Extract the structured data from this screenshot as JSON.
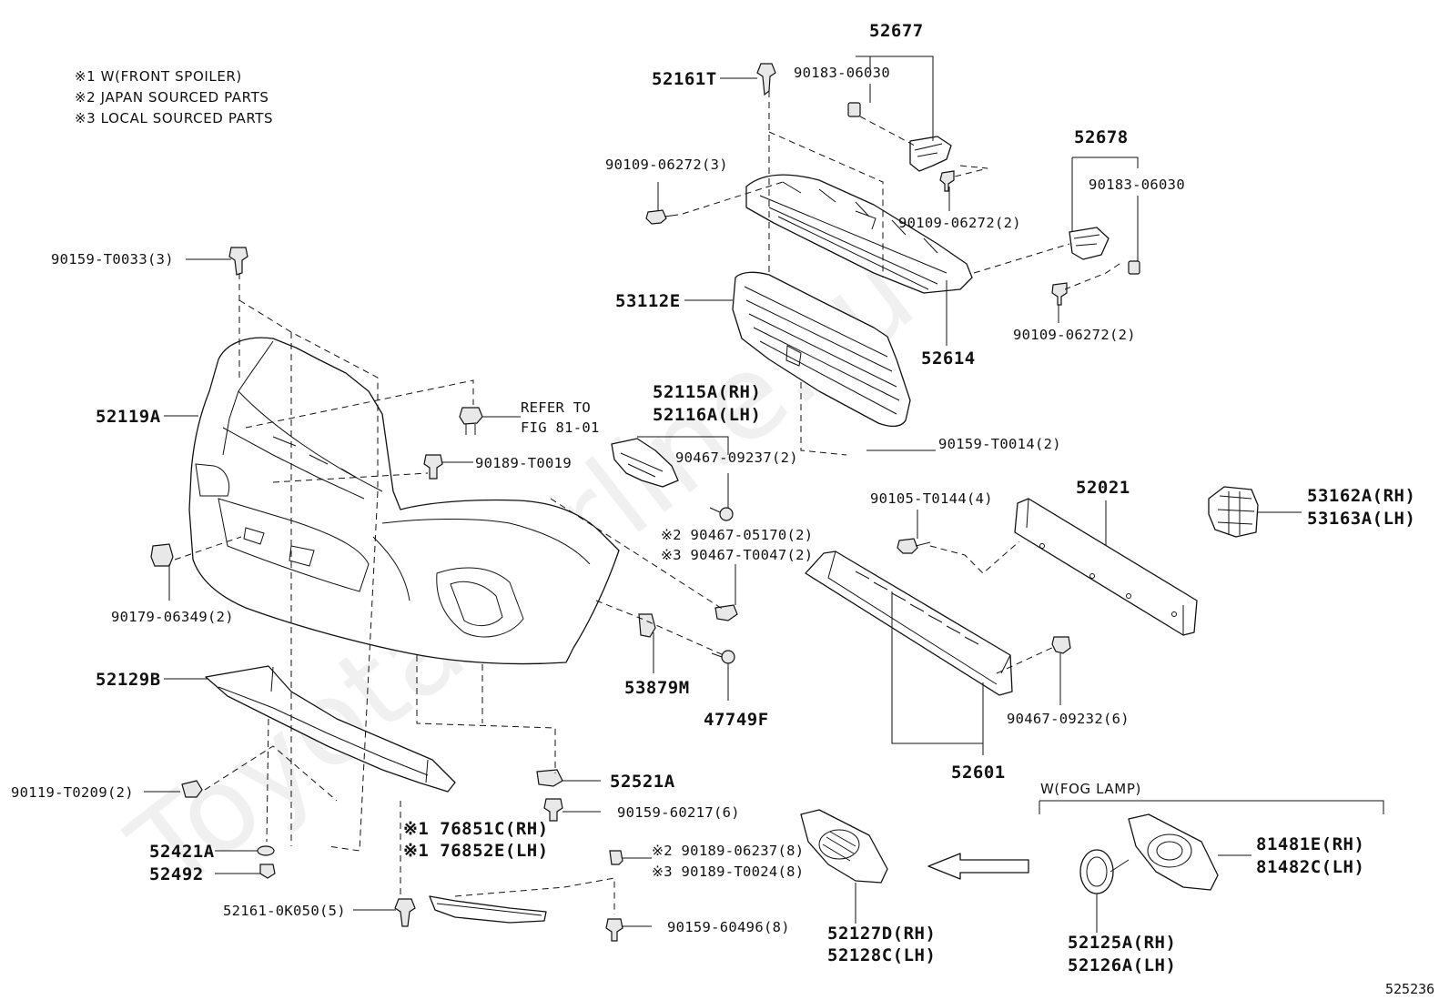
{
  "notes": [
    "※1 W(FRONT SPOILER)",
    "※2 JAPAN SOURCED PARTS",
    "※3 LOCAL SOURCED PARTS"
  ],
  "watermark": "ToyotaCarline.ru",
  "figure_id": "525236",
  "group_label": "W(FOG LAMP)",
  "labels": {
    "p52677": "52677",
    "p90183a": "90183-06030",
    "p52161T": "52161T",
    "p90109a": "90109-06272(3)",
    "p90109b": "90109-06272(2)",
    "p52678": "52678",
    "p90183b": "90183-06030",
    "p90159T0033": "90159-T0033(3)",
    "p53112E": "53112E",
    "p90109c": "90109-06272(2)",
    "p52614": "52614",
    "p52119A": "52119A",
    "refer1": "REFER TO",
    "refer2": "FIG 81-01",
    "p90189T0019": "90189-T0019",
    "p52115A": "52115A(RH)",
    "p52116A": "52116A(LH)",
    "p90467_09237": "90467-09237(2)",
    "p90159T0014": "90159-T0014(2)",
    "p90105T0144": "90105-T0144(4)",
    "p52021": "52021",
    "p53162A": "53162A(RH)",
    "p53163A": "53163A(LH)",
    "p90467_05170": "※2 90467-05170(2)",
    "p90467_T0047": "※3 90467-T0047(2)",
    "p90179": "90179-06349(2)",
    "p52129B": "52129B",
    "p53879M": "53879M",
    "p47749F": "47749F",
    "p90467_09232": "90467-09232(6)",
    "p52601": "52601",
    "p52521A": "52521A",
    "p90119": "90119-T0209(2)",
    "p90159_60217": "90159-60217(6)",
    "p76851C": "※1 76851C(RH)",
    "p76852E": "※1 76852E(LH)",
    "p52421A": "52421A",
    "p52492": "52492",
    "p90189_06237": "※2 90189-06237(8)",
    "p90189_T0024": "※3 90189-T0024(8)",
    "p52161_0K050": "52161-0K050(5)",
    "p90159_60496": "90159-60496(8)",
    "p52127D": "52127D(RH)",
    "p52128C": "52128C(LH)",
    "p81481E": "81481E(RH)",
    "p81482C": "81482C(LH)",
    "p52125A": "52125A(RH)",
    "p52126A": "52126A(LH)"
  }
}
